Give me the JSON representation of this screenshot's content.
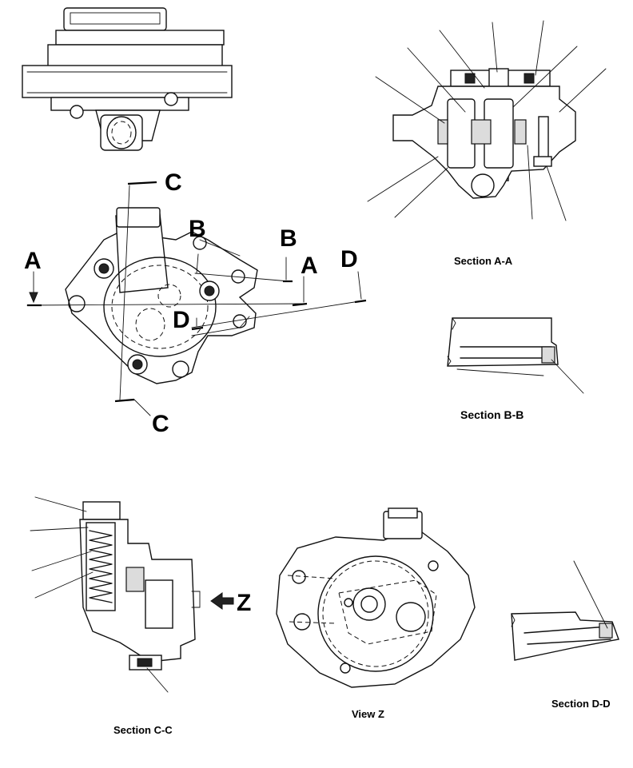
{
  "markers": {
    "c_top": "C",
    "c_bottom": "C",
    "a_left": "A",
    "a_right": "A",
    "b_top": "B",
    "b_right": "B",
    "d_left": "D",
    "d_right": "D",
    "z_arrow": "Z"
  },
  "captions": {
    "section_aa": "Section A-A",
    "section_bb": "Section B-B",
    "section_cc": "Section C-C",
    "view_z": "View Z",
    "section_dd": "Section D-D"
  }
}
